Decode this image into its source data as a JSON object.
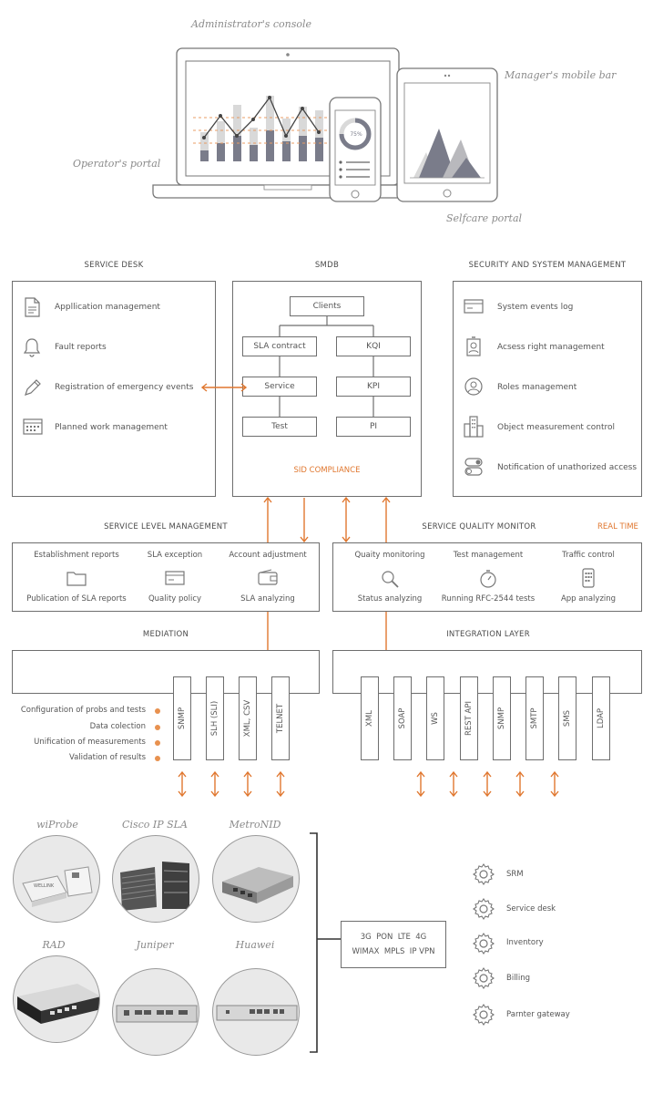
{
  "top": {
    "admin_console": "Administrator's console",
    "manager_mobile": "Manager's mobile bar",
    "operator_portal": "Operator's portal",
    "selfcare_portal": "Selfcare portal",
    "phone_percent": "75%"
  },
  "service_desk": {
    "title": "SERVICE DESK",
    "items": [
      "Appllication management",
      "Fault reports",
      "Registration of emergency events",
      "Planned work management"
    ]
  },
  "smdb": {
    "title": "SMDB",
    "clients": "Clients",
    "left": [
      "SLA contract",
      "Service",
      "Test"
    ],
    "right": [
      "KQI",
      "KPI",
      "PI"
    ],
    "compliance": "SID COMPLIANCE"
  },
  "security": {
    "title": "SECURITY AND SYSTEM MANAGEMENT",
    "items": [
      "System events log",
      "Acsess right management",
      "Roles management",
      "Object measurement control",
      "Notification of unathorized access"
    ]
  },
  "slm": {
    "title": "SERVICE LEVEL MANAGEMENT",
    "top": [
      "Establishment reports",
      "SLA exception",
      "Account adjustment"
    ],
    "bottom": [
      "Publication of SLA reports",
      "Quality policy",
      "SLA analyzing"
    ]
  },
  "sqm": {
    "title": "SERVICE QUALITY MONITOR",
    "realtime": "REAL TIME",
    "top": [
      "Quaity monitoring",
      "Test management",
      "Traffic control"
    ],
    "bottom": [
      "Status analyzing",
      "Running RFC-2544 tests",
      "App analyzing"
    ]
  },
  "mediation": {
    "title": "MEDIATION",
    "protocols": [
      "SNMP",
      "SLH (SLI)",
      "XML, CSV",
      "TELNET"
    ],
    "features": [
      "Configuration of probs and tests",
      "Data colection",
      "Unification of measurements",
      "Validation of results"
    ]
  },
  "integration": {
    "title": "INTEGRATION LAYER",
    "protocols": [
      "XML",
      "SOAP",
      "WS",
      "REST API",
      "SNMP",
      "SMTP",
      "SMS",
      "LDAP"
    ]
  },
  "devices": [
    "wiProbe",
    "Cisco IP SLA",
    "MetroNID",
    "RAD",
    "Juniper",
    "Huawei"
  ],
  "device_text": {
    "wellink": "WELLINK"
  },
  "networks": {
    "line1": "3G  PON  LTE  4G",
    "line2": "WIMAX  MPLS  IP VPN"
  },
  "systems": [
    "SRM",
    "Service desk",
    "Inventory",
    "Billing",
    "Parnter gateway"
  ],
  "colors": {
    "accent": "#e0772f",
    "line": "#6e6e6e",
    "icon": "#777777"
  }
}
